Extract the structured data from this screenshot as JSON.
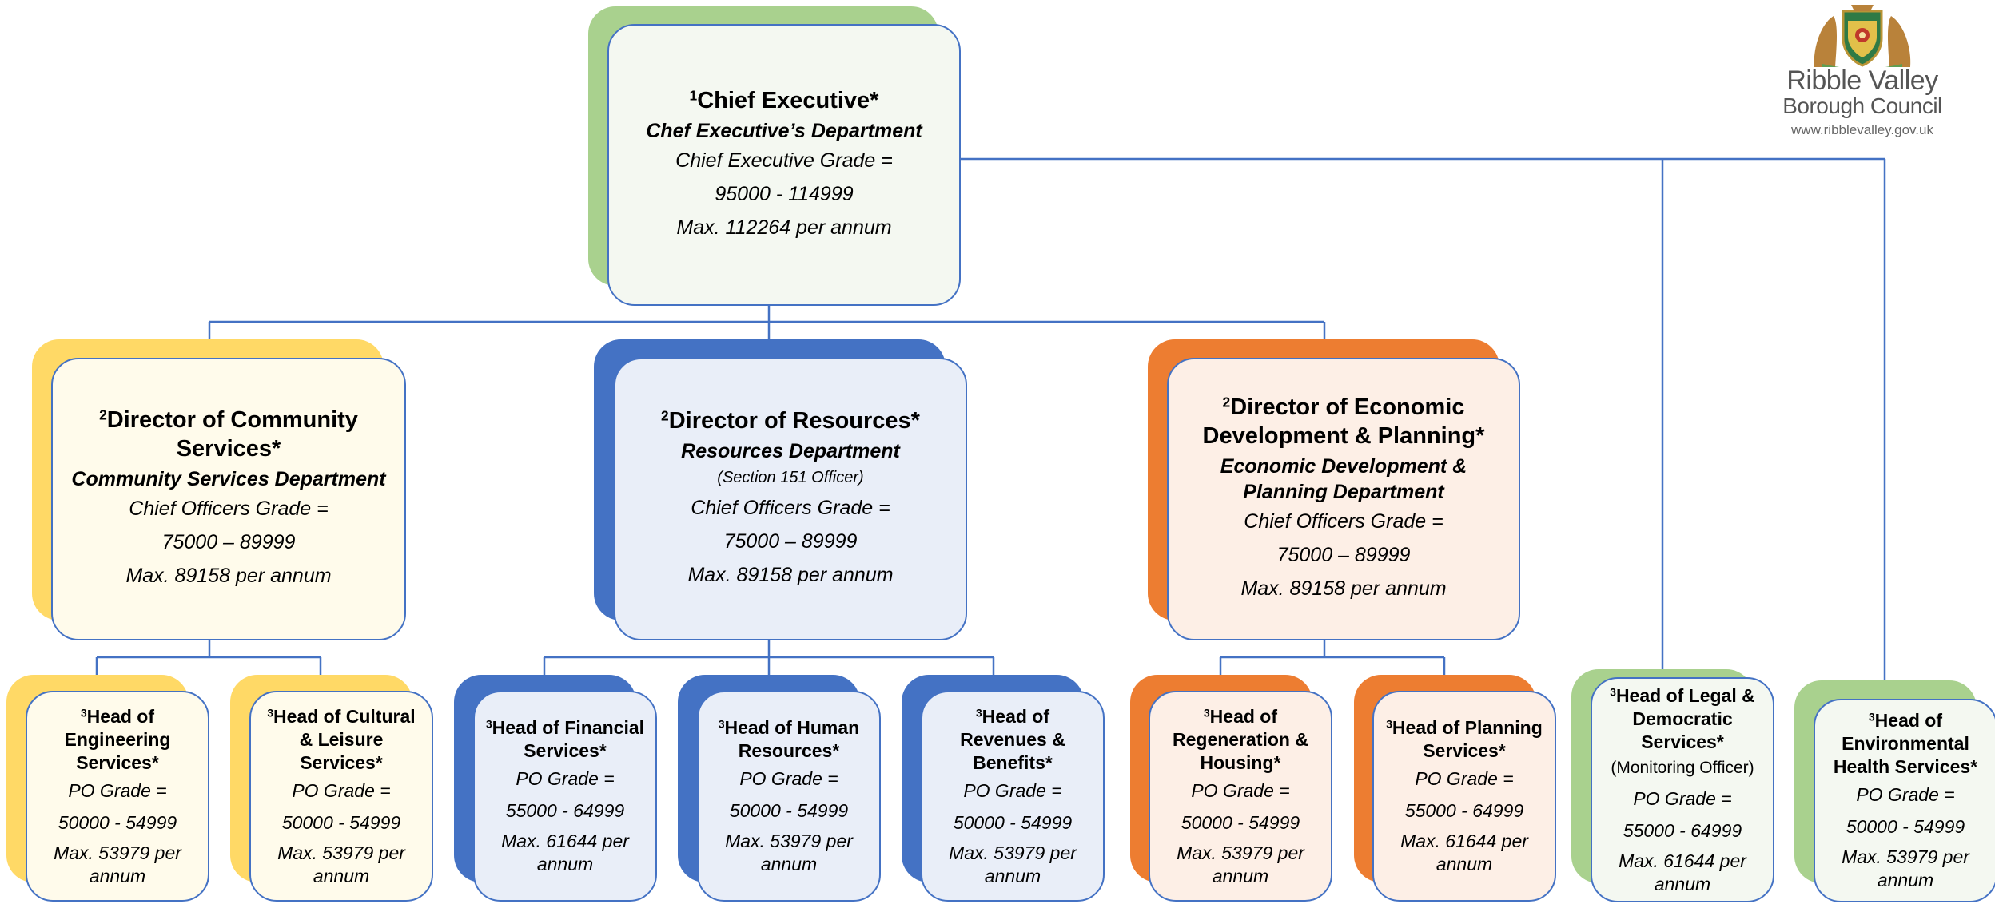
{
  "colors": {
    "green": "#a9d18e",
    "yellow": "#ffd966",
    "blue": "#4472c4",
    "orange": "#ed7d31",
    "green_fill": "#f4f8f1",
    "yellow_fill": "#fffbeb",
    "blue_fill": "#e9eef8",
    "orange_fill": "#fdefe6",
    "connector": "#4472c4"
  },
  "logo": {
    "name_line1": "Ribble Valley",
    "name_line2": "Borough Council",
    "url": "www.ribblevalley.gov.uk",
    "crest_icon": "council-crest-icon"
  },
  "chief_executive": {
    "sup": "1",
    "title": "Chief Executive*",
    "department": "Chef Executive’s Department",
    "grade_label": "Chief Executive Grade =",
    "grade_range": "95000 - 114999",
    "max": "Max. 112264 per annum"
  },
  "directors": {
    "community": {
      "sup": "2",
      "title": "Director of Community Services*",
      "department": "Community Services Department",
      "grade_label": "Chief Officers Grade =",
      "grade_range": "75000 – 89999",
      "max": "Max. 89158 per annum"
    },
    "resources": {
      "sup": "2",
      "title": "Director of Resources*",
      "department": "Resources Department",
      "note": "(Section 151 Officer)",
      "grade_label": "Chief Officers Grade =",
      "grade_range": "75000 – 89999",
      "max": "Max. 89158 per annum"
    },
    "economic": {
      "sup": "2",
      "title": "Director of Economic Development & Planning*",
      "department": "Economic Development & Planning Department",
      "grade_label": "Chief Officers Grade =",
      "grade_range": "75000 – 89999",
      "max": "Max. 89158 per annum"
    }
  },
  "heads": {
    "engineering": {
      "sup": "3",
      "title": "Head of Engineering Services*",
      "grade_label": "PO Grade =",
      "grade_range": "50000 - 54999",
      "max": "Max. 53979 per annum"
    },
    "cultural": {
      "sup": "3",
      "title": "Head of Cultural & Leisure Services*",
      "grade_label": "PO Grade =",
      "grade_range": "50000 - 54999",
      "max": "Max. 53979 per annum"
    },
    "financial": {
      "sup": "3",
      "title": "Head of Financial Services*",
      "grade_label": "PO Grade =",
      "grade_range": "55000 - 64999",
      "max": "Max. 61644 per annum"
    },
    "human_resources": {
      "sup": "3",
      "title": "Head of Human Resources*",
      "grade_label": "PO Grade =",
      "grade_range": "50000 - 54999",
      "max": "Max. 53979 per annum"
    },
    "revenues": {
      "sup": "3",
      "title": "Head of Revenues & Benefits*",
      "grade_label": "PO Grade =",
      "grade_range": "50000 - 54999",
      "max": "Max. 53979 per annum"
    },
    "regeneration": {
      "sup": "3",
      "title": "Head of Regeneration & Housing*",
      "grade_label": "PO Grade =",
      "grade_range": "50000 - 54999",
      "max": "Max. 53979 per annum"
    },
    "planning": {
      "sup": "3",
      "title": "Head of Planning Services*",
      "grade_label": "PO Grade =",
      "grade_range": "55000 - 64999",
      "max": "Max. 61644 per annum"
    },
    "legal": {
      "sup": "3",
      "title": "Head of Legal & Democratic Services*",
      "note": "(Monitoring Officer)",
      "grade_label": "PO Grade =",
      "grade_range": "55000 - 64999",
      "max": "Max. 61644 per annum"
    },
    "environmental": {
      "sup": "3",
      "title": "Head of Environmental Health Services*",
      "grade_label": "PO Grade =",
      "grade_range": "50000 - 54999",
      "max": "Max. 53979 per annum"
    }
  }
}
